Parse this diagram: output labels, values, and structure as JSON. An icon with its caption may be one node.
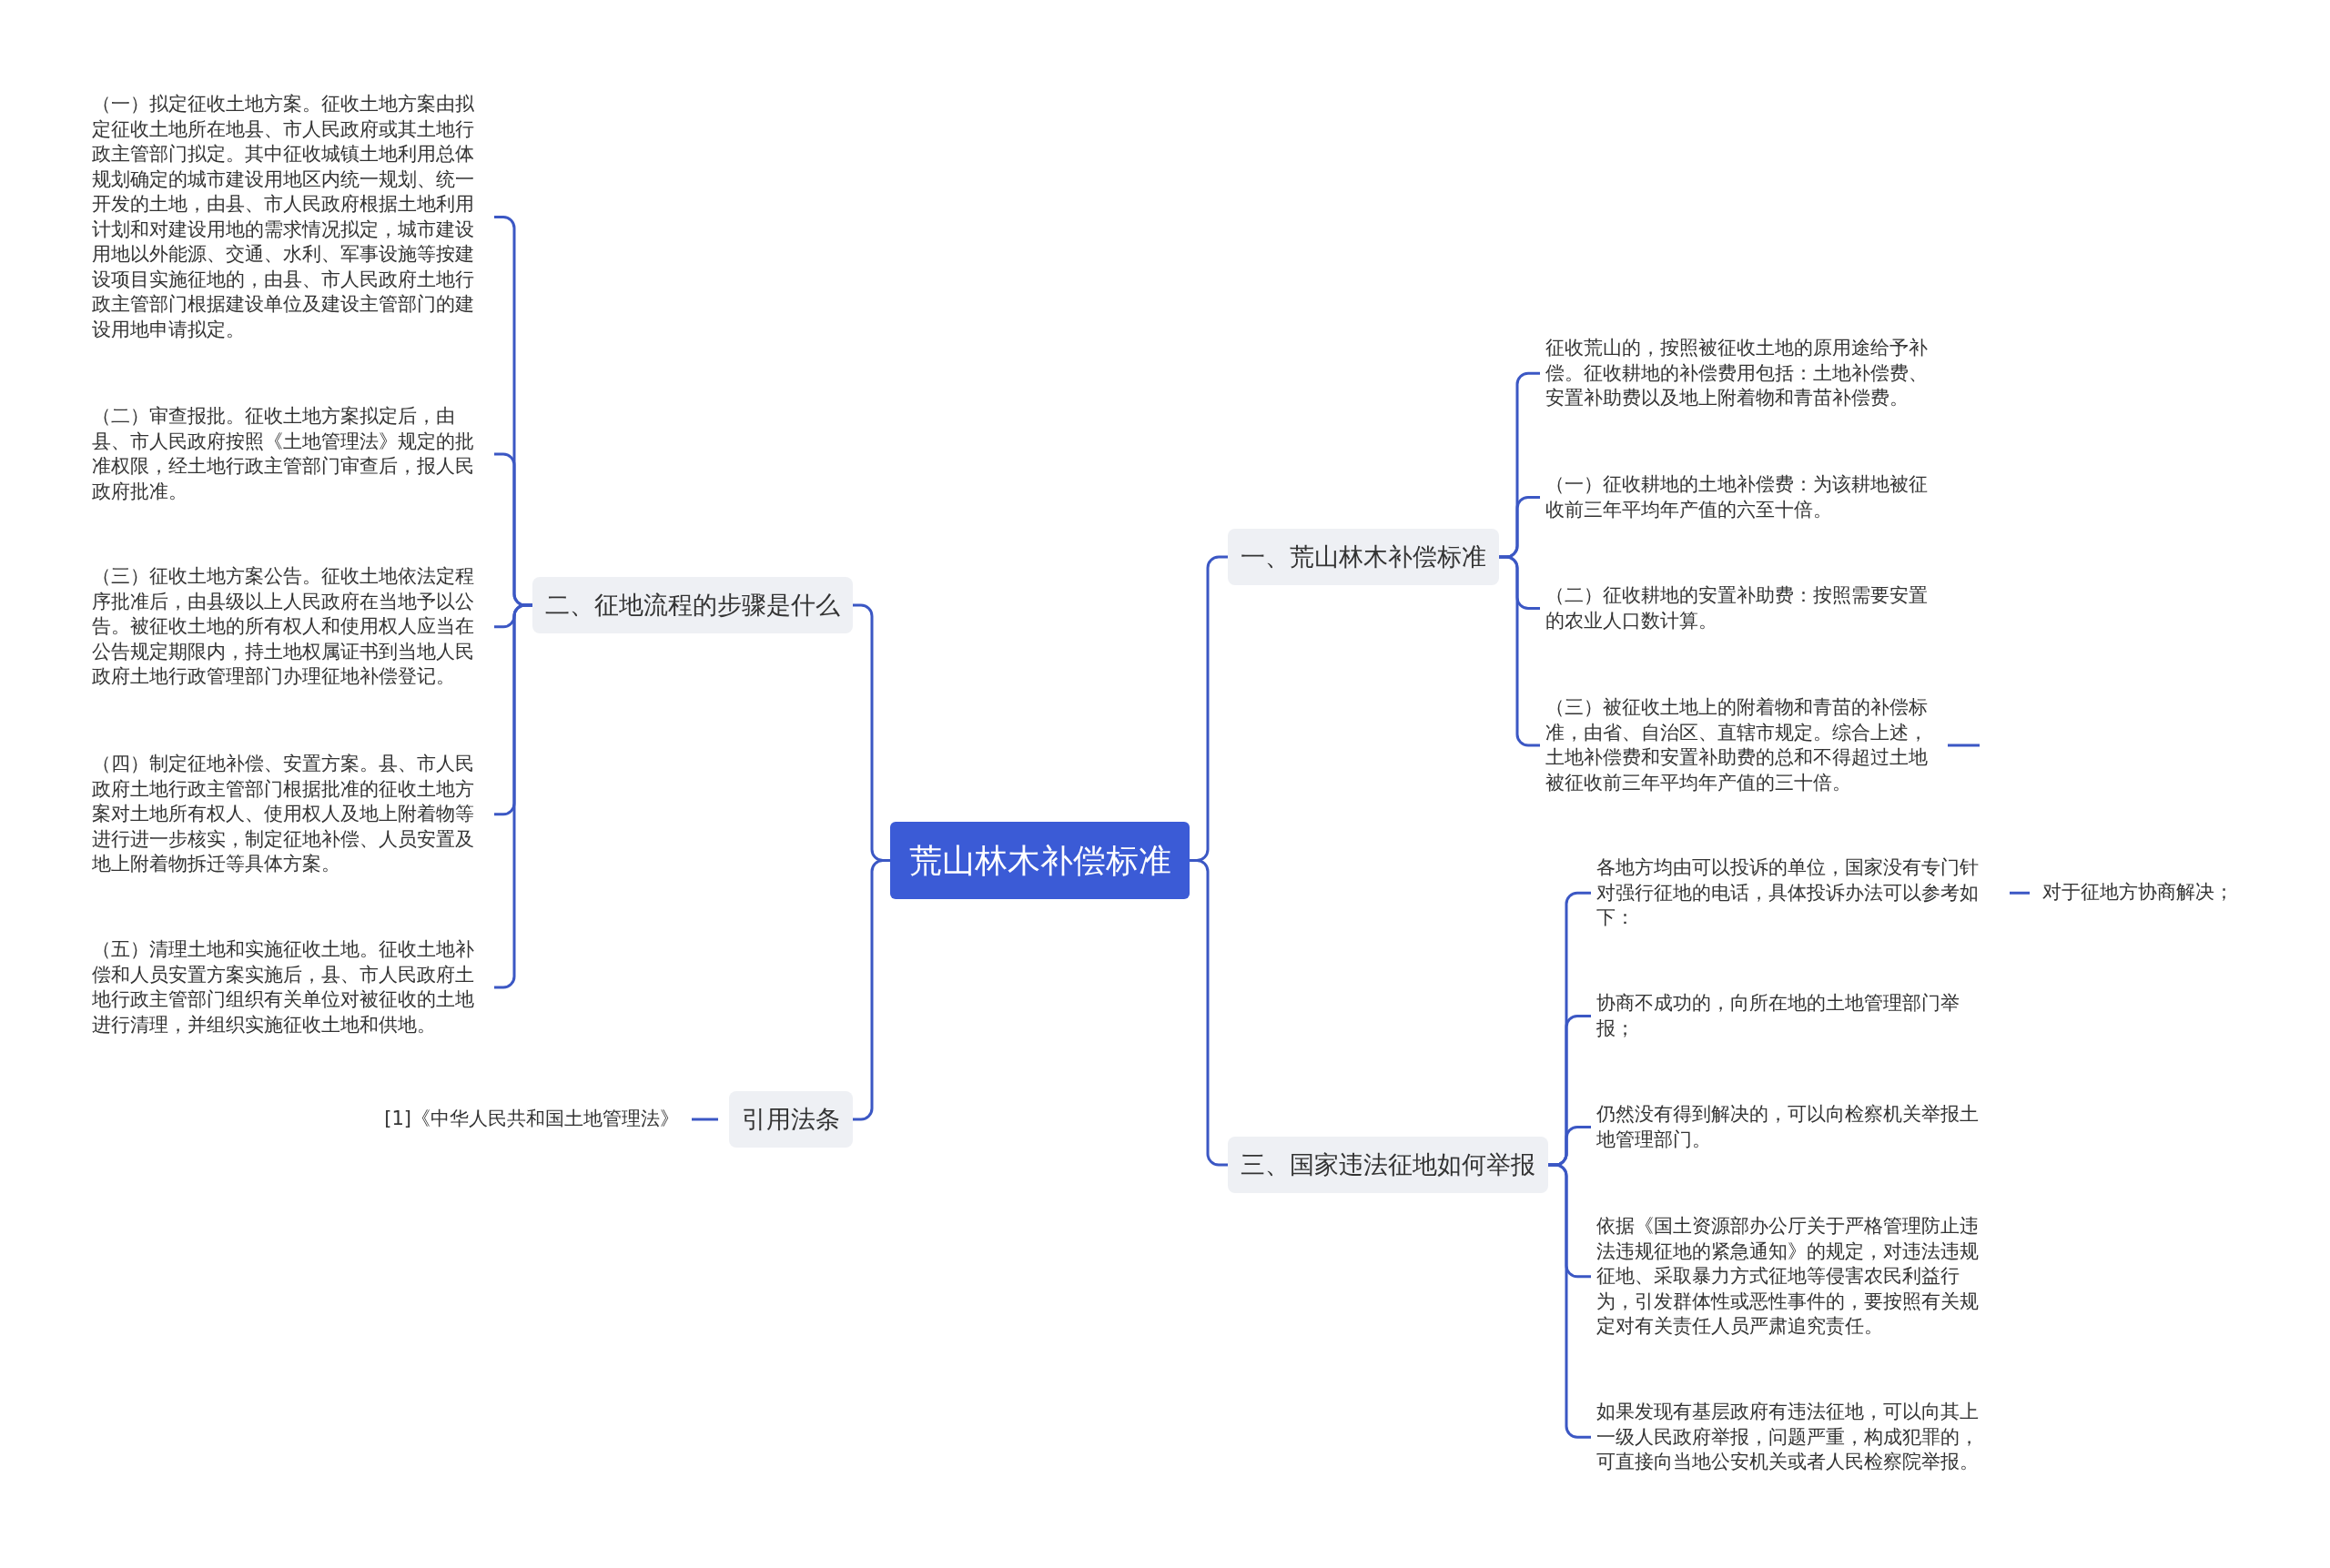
{
  "diagram": {
    "nodes": [
      {
        "text": [
          "荒山林木补偿标准"
        ]
      },
      {
        "text": [
          "二、征地流程的步骤是什么"
        ]
      },
      {
        "text": [
          "（一）拟定征收土地方案。征收土地方案由拟定征收土地所在地县、市人民政府或其土地行政主管部门拟定。其中征收城镇土地利用总体规划确定的城市建设用地区内统一规划、统一开发的土地，由县、市人民政府根据土地利用计划和对建设用地的需求情况拟定，城市建设用地以外能源、交通、水利、军事设施等按建设项目实施征地的，由县、市人民政府土地行政主管部门根据建设单位及建设主管部门的建设用地申请拟定。"
        ]
      },
      {
        "text": [
          "（二）审查报批。征收土地方案拟定后，由县、市人民政府按照《土地管理法》规定的批准权限，经土地行政主管部门审查后，报人民政府批准。"
        ]
      },
      {
        "text": [
          "（三）征收土地方案公告。征收土地依法定程序批准后，由县级以上人民政府在当地予以公告。被征收土地的所有权人和使用权人应当在公告规定期限内，持土地权属证书到当地人民政府土地行政管理部门办理征地补偿登记。"
        ]
      },
      {
        "text": [
          "（四）制定征地补偿、安置方案。县、市人民政府土地行政主管部门根据批准的征收土地方案对土地所有权人、使用权人及地上附着物等进行进一步核实，制定征地补偿、人员安置及地上附着物拆迁等具体方案。"
        ]
      },
      {
        "text": [
          "（五）清理土地和实施征收土地。征收土地补偿和人员安置方案实施后，县、市人民政府土地行政主管部门组织有关单位对被征收的土地进行清理，并组织实施征收土地和供地。"
        ]
      },
      {
        "text": [
          "引用法条"
        ]
      },
      {
        "text": [
          "[1]《中华人民共和国土地管理法》"
        ]
      },
      {
        "text": [
          "一、荒山林木补偿标准"
        ]
      },
      {
        "text": [
          "征收荒山的，按照被征收土地的原用途给予补偿。征收耕地的补偿费用包括：土地补偿费、安置补助费以及地上附着物和青苗补偿费。"
        ]
      },
      {
        "text": [
          "（一）征收耕地的土地补偿费：为该耕地被征收前三年平均年产值的六至十倍。"
        ]
      },
      {
        "text": [
          "（二）征收耕地的安置补助费：按照需要安置的农业人口数计算。"
        ]
      },
      {
        "text": [
          "（三）被征收土地上的附着物和青苗的补偿标准，由省、自治区、直辖市规定。综合上述，土地补偿费和安置补助费的总和不得超过土地被征收前三年平均年产值的三十倍。"
        ]
      },
      {
        "text": [
          "三、国家违法征地如何举报"
        ]
      },
      {
        "text": [
          "各地方均由可以投诉的单位，国家没有专门针对强行征地的电话，具体投诉办法可以参考如下："
        ]
      },
      {
        "text": [
          "协商不成功的，向所在地的土地管理部门举报；"
        ]
      },
      {
        "text": [
          "仍然没有得到解决的，可以向检察机关举报土地管理部门。"
        ]
      },
      {
        "text": [
          "依据《国土资源部办公厅关于严格管理防止违法违规征地的紧急通知》的规定，对违法违规征地、采取暴力方式征地等侵害农民利益行为，引发群体性或恶性事件的，要按照有关规定对有关责任人员严肃追究责任。"
        ]
      },
      {
        "text": [
          "如果发现有基层政府有违法征地，可以向其上一级人民政府举报，问题严重，构成犯罪的，可直接向当地公安机关或者人民检察院举报。"
        ]
      },
      {
        "text": [
          "对于征地方协商解决；"
        ]
      }
    ],
    "edges": [
      {
        "from": 0,
        "to": 1,
        "arrow": "none"
      },
      {
        "from": 1,
        "to": 2,
        "arrow": "none"
      },
      {
        "from": 1,
        "to": 3,
        "arrow": "none"
      },
      {
        "from": 1,
        "to": 4,
        "arrow": "none"
      },
      {
        "from": 1,
        "to": 5,
        "arrow": "none"
      },
      {
        "from": 1,
        "to": 6,
        "arrow": "none"
      },
      {
        "from": 0,
        "to": 7,
        "arrow": "none"
      },
      {
        "from": 7,
        "to": 8,
        "arrow": "none"
      },
      {
        "from": 0,
        "to": 9,
        "arrow": "none"
      },
      {
        "from": 9,
        "to": 10,
        "arrow": "none"
      },
      {
        "from": 9,
        "to": 11,
        "arrow": "none"
      },
      {
        "from": 9,
        "to": 12,
        "arrow": "none"
      },
      {
        "from": 9,
        "to": 13,
        "arrow": "none"
      },
      {
        "from": 13,
        "to": null,
        "arrow": "none"
      },
      {
        "from": 0,
        "to": 14,
        "arrow": "none"
      },
      {
        "from": 14,
        "to": 15,
        "arrow": "none"
      },
      {
        "from": 14,
        "to": 16,
        "arrow": "none"
      },
      {
        "from": 14,
        "to": 17,
        "arrow": "none"
      },
      {
        "from": 14,
        "to": 18,
        "arrow": "none"
      },
      {
        "from": 14,
        "to": 19,
        "arrow": "none"
      },
      {
        "from": 15,
        "to": 20,
        "arrow": "none"
      }
    ]
  }
}
